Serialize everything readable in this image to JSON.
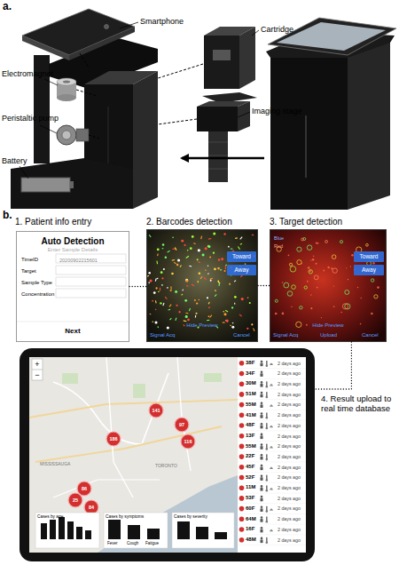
{
  "diagram": {
    "nodes": [
      {
        "text": [
          "1. Patient info entry",
          "Auto Detection",
          "Enter Sample Details",
          "TimeID",
          "20200902215601",
          "Target",
          "Sample Type",
          "Concentration",
          "Next"
        ]
      },
      {
        "text": [
          "2. Barcodes detection",
          "Hide Preview",
          "Signal Acq",
          "Cancel"
        ]
      },
      {
        "text": [
          "Toward"
        ],
        "in": 1
      },
      {
        "text": [
          "Away"
        ],
        "in": 1
      },
      {
        "text": [
          "3. Target detection",
          "Blue",
          "Red",
          "Hide Preview",
          "Signal Acq",
          "Upload",
          "Cancel"
        ]
      },
      {
        "text": [
          "Toward"
        ],
        "in": 4
      },
      {
        "text": [
          "Away"
        ],
        "in": 4
      },
      {
        "text": [
          "4. Result upload to real time database"
        ]
      }
    ],
    "edges": [
      {
        "from": 0,
        "to": 1,
        "arrow": "none"
      },
      {
        "from": 1,
        "to": 4,
        "arrow": "none"
      },
      {
        "from": 4,
        "to": 7,
        "arrow": "none"
      }
    ],
    "labels": [
      "a.",
      "Smartphone",
      "Cartridge",
      "Electromagnet",
      "Imaging stage",
      "Peristaltic pump",
      "Battery",
      "b.",
      "+",
      "−",
      "TORONTO",
      "MISSISSAUGA",
      "141",
      "97",
      "186",
      "116",
      "86",
      "25",
      "84",
      "Cases by age",
      "Cases by symptoms",
      "Cases by severity",
      "Fever",
      "Cough",
      "Fatigue",
      "38F",
      "2 days ago",
      "34F",
      "2 days ago",
      "30M",
      "2 days ago",
      "51M",
      "2 days ago",
      "55M",
      "2 days ago",
      "41M",
      "2 days ago",
      "48F",
      "2 days ago",
      "13F",
      "2 days ago",
      "55M",
      "2 days ago",
      "22F",
      "2 days ago",
      "45F",
      "2 days ago",
      "52F",
      "2 days ago",
      "11M",
      "2 days ago",
      "53F",
      "2 days ago",
      "60F",
      "2 days ago",
      "64M",
      "2 days ago",
      "16F",
      "2 days ago",
      "48M",
      "2 days ago"
    ]
  }
}
